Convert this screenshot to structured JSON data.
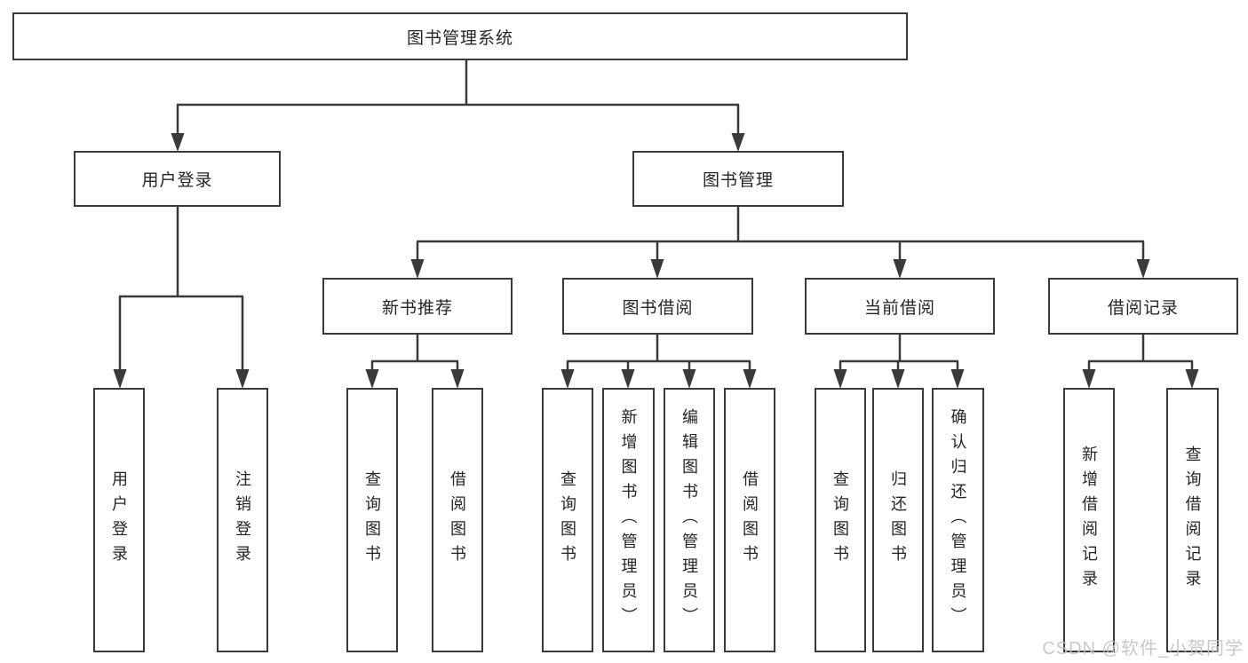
{
  "diagram": {
    "root": "图书管理系统",
    "level2": {
      "user_login": "用户登录",
      "book_mgmt": "图书管理"
    },
    "level3": {
      "new_book_rec": "新书推荐",
      "book_borrow": "图书借阅",
      "current_borrow": "当前借阅",
      "borrow_record": "借阅记录"
    },
    "leaves": {
      "login": "用户登录",
      "logout": "注销登录",
      "nbr_query": "查询图书",
      "nbr_borrow": "借阅图书",
      "bb_query": "查询图书",
      "bb_add": "新增图书（管理员）",
      "bb_edit": "编辑图书（管理员）",
      "bb_borrow": "借阅图书",
      "cb_query": "查询图书",
      "cb_return": "归还图书",
      "cb_confirm": "确认归还（管理员）",
      "br_add": "新增借阅记录",
      "br_query": "查询借阅记录"
    }
  },
  "watermark": "CSDN @软件_小贺同学",
  "colors": {
    "line": "#3a3a3a",
    "text": "#252525",
    "watermark": "#c1c1c1",
    "background": "#ffffff"
  }
}
